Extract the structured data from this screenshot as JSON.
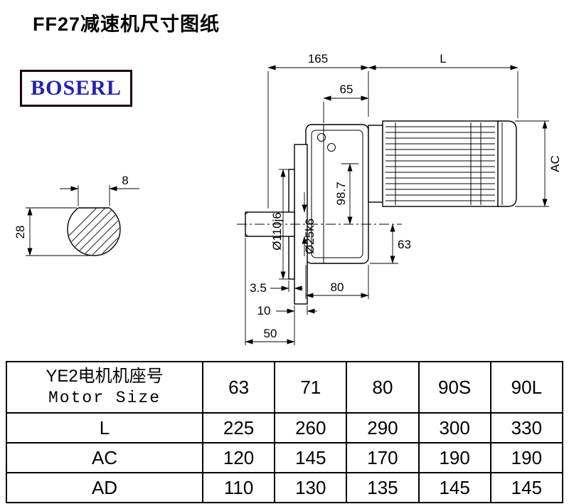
{
  "page": {
    "title": "FF27减速机尺寸图纸",
    "brand": "BOSERL"
  },
  "drawing": {
    "dims": {
      "housing_length": "165",
      "motor_length": "L",
      "input_flange_width": "65",
      "motor_diameter": "AC",
      "axis_offset": "98.7",
      "axis_to_bottom": "63",
      "flange_spigot_diameter": "Ø110j6",
      "shaft_diameter": "Ø25k6",
      "spigot_depth": "3.5",
      "flange_thickness": "10",
      "shaft_length": "50",
      "housing_bottom_width": "80",
      "key_width": "8",
      "shaft_key_height": "28"
    }
  },
  "table": {
    "header_label_line1": "YE2电机机座号",
    "header_label_line2": "Motor Size",
    "columns": [
      "63",
      "71",
      "80",
      "90S",
      "90L"
    ],
    "rows": [
      {
        "label": "L",
        "values": [
          "225",
          "260",
          "290",
          "300",
          "330"
        ]
      },
      {
        "label": "AC",
        "values": [
          "120",
          "145",
          "170",
          "190",
          "190"
        ]
      },
      {
        "label": "AD",
        "values": [
          "110",
          "130",
          "135",
          "145",
          "145"
        ]
      }
    ]
  }
}
